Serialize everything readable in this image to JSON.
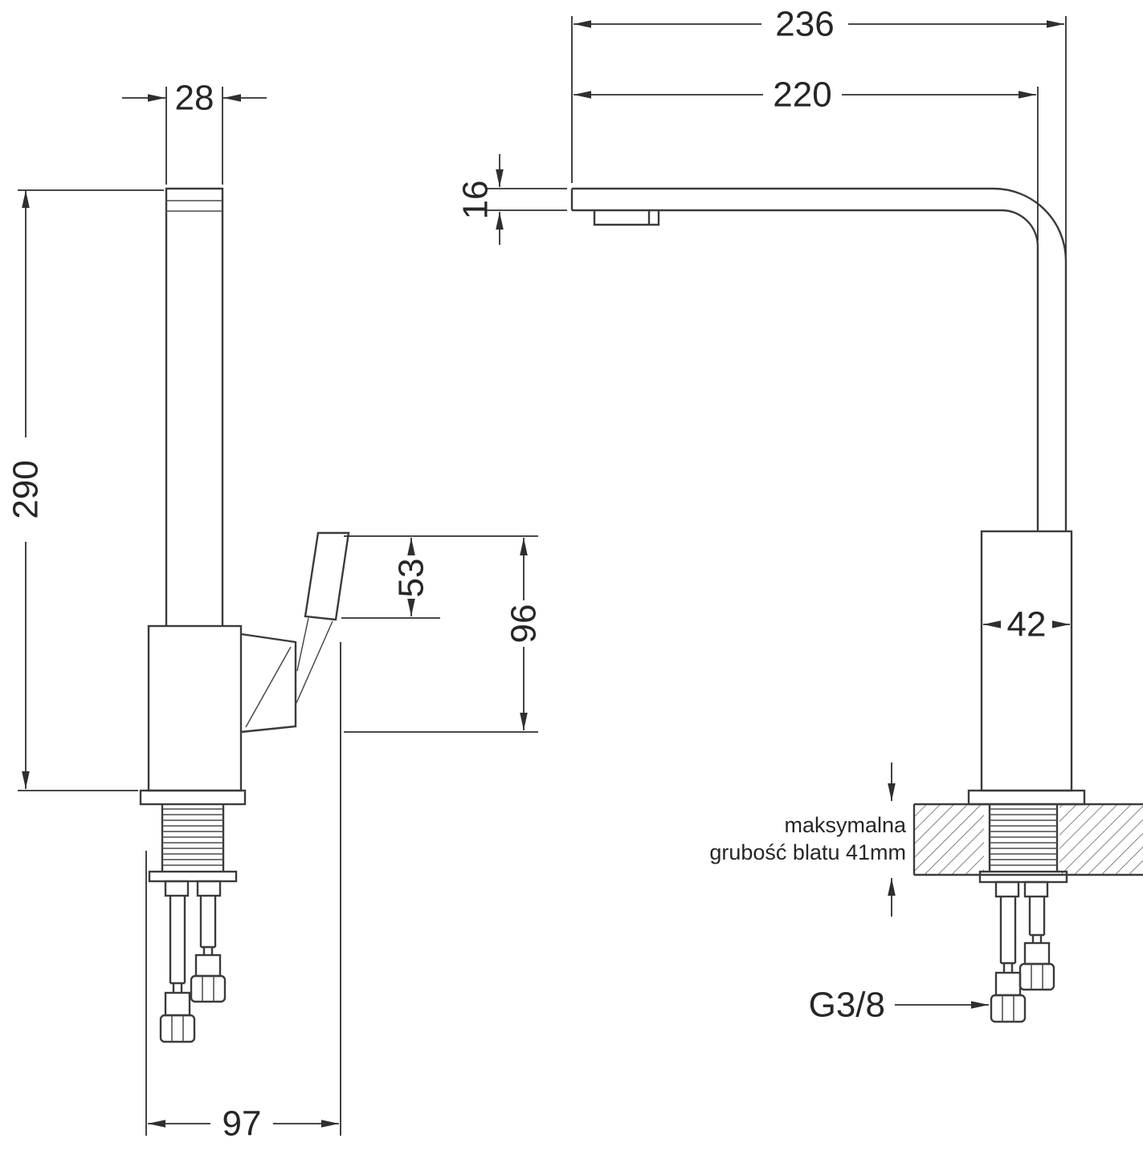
{
  "drawing": {
    "left_view": {
      "dim_spout_width": "28",
      "dim_total_height": "290",
      "dim_handle_height": "53",
      "dim_handle_total_height": "96",
      "dim_base_depth": "97"
    },
    "right_view": {
      "dim_total_reach": "236",
      "dim_spout_reach": "220",
      "dim_spout_thickness": "16",
      "dim_body_width": "42",
      "note_line1": "maksymalna",
      "note_line2": "grubość blatu 41mm",
      "connector_thread": "G3/8"
    }
  }
}
